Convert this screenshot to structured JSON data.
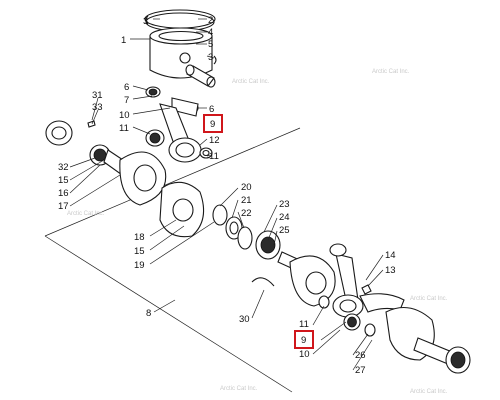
{
  "labels": [
    {
      "text": "3"
    },
    {
      "text": "2"
    },
    {
      "text": "1"
    },
    {
      "text": "4"
    },
    {
      "text": "5"
    },
    {
      "text": "3"
    },
    {
      "text": "6"
    },
    {
      "text": "7"
    },
    {
      "text": "10"
    },
    {
      "text": "11"
    },
    {
      "text": "6"
    },
    {
      "text": "9"
    },
    {
      "text": "12"
    },
    {
      "text": "11"
    },
    {
      "text": "31"
    },
    {
      "text": "33"
    },
    {
      "text": "32"
    },
    {
      "text": "15"
    },
    {
      "text": "16"
    },
    {
      "text": "17"
    },
    {
      "text": "20"
    },
    {
      "text": "21"
    },
    {
      "text": "22"
    },
    {
      "text": "23"
    },
    {
      "text": "24"
    },
    {
      "text": "25"
    },
    {
      "text": "18"
    },
    {
      "text": "15"
    },
    {
      "text": "19"
    },
    {
      "text": "14"
    },
    {
      "text": "13"
    },
    {
      "text": "8"
    },
    {
      "text": "30"
    },
    {
      "text": "11"
    },
    {
      "text": "9"
    },
    {
      "text": "10"
    },
    {
      "text": "26"
    },
    {
      "text": "27"
    }
  ],
  "highlight_color": "#d0161b",
  "watermark": "Arctic Cat Inc."
}
